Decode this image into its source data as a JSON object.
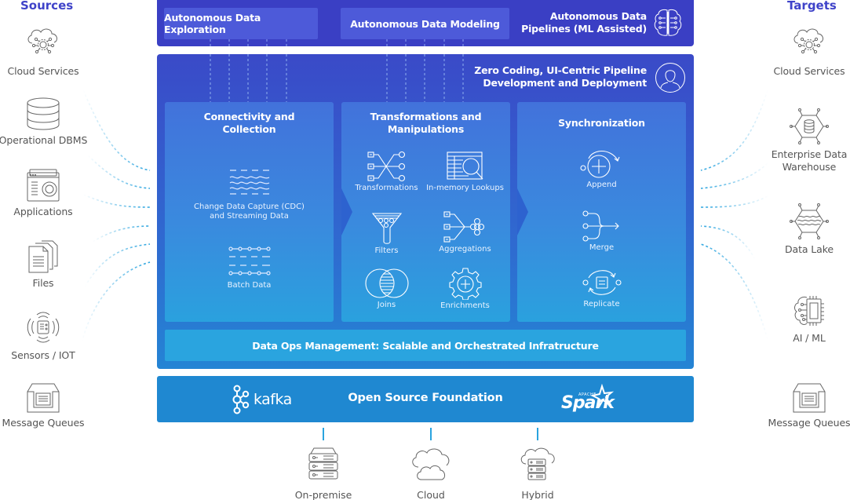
{
  "sources": {
    "title": "Sources",
    "items": [
      {
        "label": "Cloud Services",
        "icon": "cloud-services-icon"
      },
      {
        "label": "Operational DBMS",
        "icon": "database-icon"
      },
      {
        "label": "Applications",
        "icon": "application-icon"
      },
      {
        "label": "Files",
        "icon": "files-icon"
      },
      {
        "label": "Sensors / IOT",
        "icon": "sensor-icon"
      },
      {
        "label": "Message Queues",
        "icon": "message-queue-icon"
      }
    ]
  },
  "targets": {
    "title": "Targets",
    "items": [
      {
        "label": "Cloud Services",
        "icon": "cloud-services-icon"
      },
      {
        "label": "Enterprise Data Warehouse",
        "icon": "data-warehouse-icon"
      },
      {
        "label": "Data Lake",
        "icon": "data-lake-icon"
      },
      {
        "label": "AI / ML",
        "icon": "ai-chip-icon"
      },
      {
        "label": "Message Queues",
        "icon": "message-queue-icon"
      }
    ]
  },
  "top_band": {
    "exploration": "Autonomous Data Exploration",
    "modeling": "Autonomous Data Modeling",
    "pipelines_line1": "Autonomous Data",
    "pipelines_line2": "Pipelines (ML Assisted)"
  },
  "main": {
    "head_line1": "Zero Coding, UI-Centric Pipeline",
    "head_line2": "Development and Deployment",
    "columns": [
      {
        "title_line1": "Connectivity and",
        "title_line2": "Collection",
        "items": [
          {
            "label_line1": "Change Data Capture (CDC)",
            "label_line2": "and Streaming Data"
          },
          {
            "label_line1": "Batch Data"
          }
        ]
      },
      {
        "title_line1": "Transformations and",
        "title_line2": "Manipulations",
        "items": [
          {
            "label": "Transformations"
          },
          {
            "label": "In-memory Lookups"
          },
          {
            "label": "Filters"
          },
          {
            "label": "Aggregations"
          },
          {
            "label": "Joins"
          },
          {
            "label": "Enrichments"
          }
        ]
      },
      {
        "title_line1": "Synchronization",
        "items": [
          {
            "label": "Append"
          },
          {
            "label": "Merge"
          },
          {
            "label": "Replicate"
          }
        ]
      }
    ],
    "dataops": "Data Ops Management: Scalable and Orchestrated Infratructure"
  },
  "foundation": {
    "title": "Open Source Foundation",
    "kafka": "kafka",
    "spark": "Spark",
    "spark_small": "APACHE"
  },
  "deployment": [
    {
      "label": "On-premise",
      "icon": "server-icon"
    },
    {
      "label": "Cloud",
      "icon": "cloud-icon"
    },
    {
      "label": "Hybrid",
      "icon": "hybrid-cloud-icon"
    }
  ],
  "colors": {
    "title_accent": "#3f43c9",
    "top_band": "#3a3fc4",
    "top_box": "#4d5ad9",
    "dataops": "#2aa4df",
    "foundation": "#1f88d1",
    "connector": "#2aa4df"
  }
}
